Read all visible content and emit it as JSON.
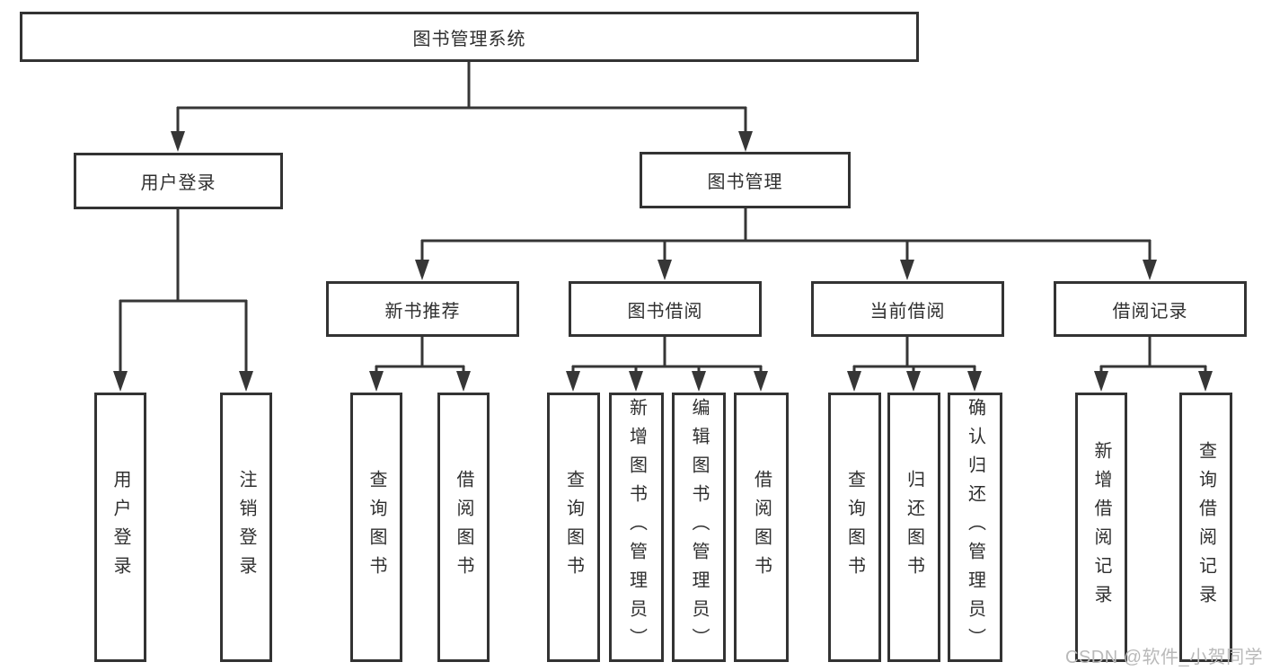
{
  "diagram": {
    "root": {
      "label": "图书管理系统"
    },
    "level2": [
      {
        "label": "用户登录"
      },
      {
        "label": "图书管理"
      }
    ],
    "level3": [
      {
        "label": "新书推荐"
      },
      {
        "label": "图书借阅"
      },
      {
        "label": "当前借阅"
      },
      {
        "label": "借阅记录"
      }
    ],
    "leaf_groups": [
      {
        "parent": "用户登录",
        "items": [
          "用户登录",
          "注销登录"
        ]
      },
      {
        "parent": "新书推荐",
        "items": [
          "查询图书",
          "借阅图书"
        ]
      },
      {
        "parent": "图书借阅",
        "items": [
          "查询图书",
          "新增图书（管理员）",
          "编辑图书（管理员）",
          "借阅图书"
        ]
      },
      {
        "parent": "当前借阅",
        "items": [
          "查询图书",
          "归还图书",
          "确认归还（管理员）"
        ]
      },
      {
        "parent": "借阅记录",
        "items": [
          "新增借阅记录",
          "查询借阅记录"
        ]
      }
    ]
  },
  "watermark": {
    "text": "CSDN @软件_小贺同学"
  },
  "colors": {
    "line": "#363636",
    "box_border": "#333333",
    "text": "#2f2f2f",
    "watermark": "#b9b9b9",
    "background": "#ffffff"
  }
}
